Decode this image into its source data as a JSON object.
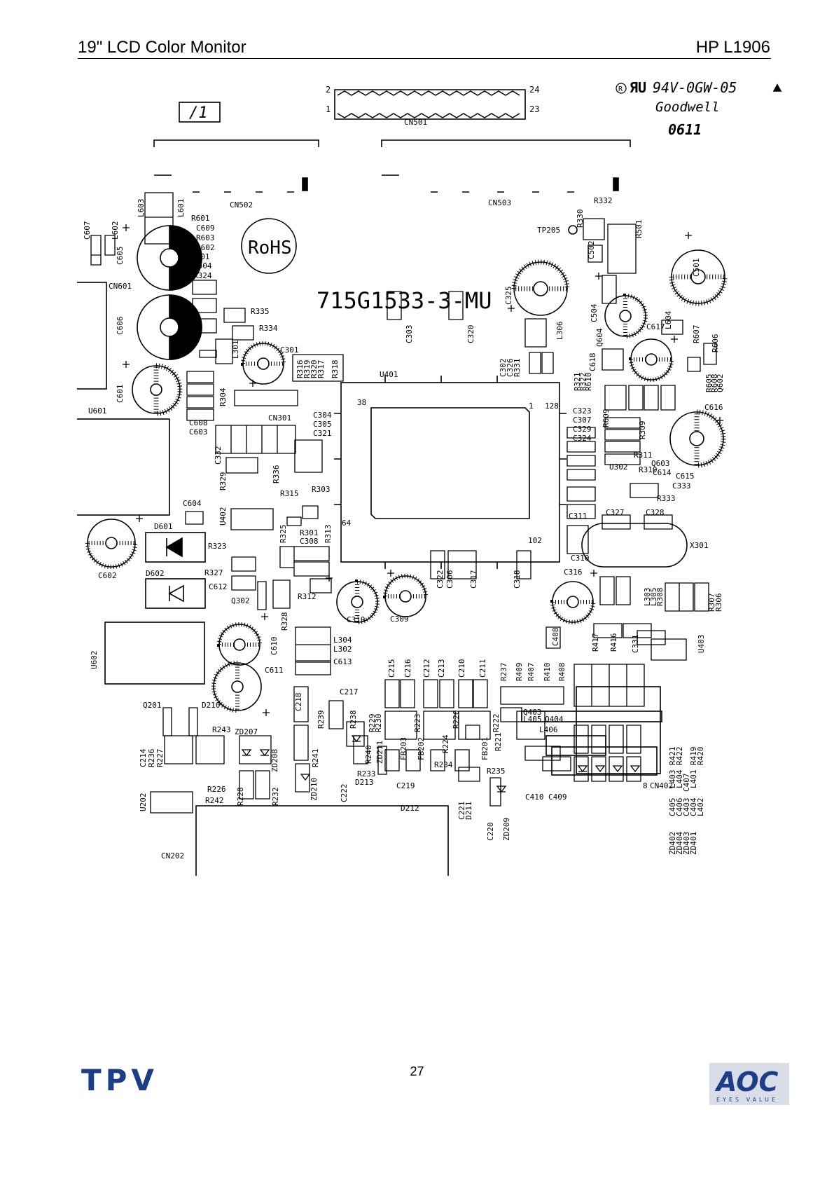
{
  "header": {
    "left_title": "19\" LCD Color Monitor",
    "right_title": "HP L1906"
  },
  "footer": {
    "page_number": "27",
    "left_logo": "TPV",
    "right_logo": "AOC",
    "right_logo_tagline": "EYES VALUE"
  },
  "board": {
    "part_number": "715G1533-3-MU",
    "rohs": "RoHS",
    "ul_mark": "94V-0GW-05",
    "maker": "Goodwell",
    "date_code": "0611",
    "rev_mark": "/1",
    "cn501_pins": [
      "2",
      "1",
      "24",
      "23"
    ],
    "u401_pins": [
      "1",
      "128",
      "38",
      "64",
      "102"
    ],
    "cn402_pin": "8"
  },
  "labels": [
    {
      "id": "CN501",
      "t": "CN501"
    },
    {
      "id": "CN502",
      "t": "CN502"
    },
    {
      "id": "CN503",
      "t": "CN503"
    },
    {
      "id": "L603",
      "t": "L603"
    },
    {
      "id": "L601",
      "t": "L601"
    },
    {
      "id": "L602",
      "t": "L602"
    },
    {
      "id": "C607",
      "t": "C607"
    },
    {
      "id": "C605",
      "t": "C605"
    },
    {
      "id": "R601",
      "t": "R601"
    },
    {
      "id": "C609",
      "t": "C609"
    },
    {
      "id": "R603",
      "t": "R603"
    },
    {
      "id": "R602",
      "t": "R602"
    },
    {
      "id": "Q601",
      "t": "Q601"
    },
    {
      "id": "R604",
      "t": "R604"
    },
    {
      "id": "R324",
      "t": "R324"
    },
    {
      "id": "CN601",
      "t": "CN601"
    },
    {
      "id": "C606",
      "t": "C606"
    },
    {
      "id": "R335",
      "t": "R335"
    },
    {
      "id": "R334",
      "t": "R334"
    },
    {
      "id": "L301",
      "t": "L301"
    },
    {
      "id": "C301",
      "t": "C301"
    },
    {
      "id": "C601",
      "t": "C601"
    },
    {
      "id": "U601",
      "t": "U601"
    },
    {
      "id": "R304",
      "t": "R304"
    },
    {
      "id": "CN301",
      "t": "CN301"
    },
    {
      "id": "C608",
      "t": "C608"
    },
    {
      "id": "C603",
      "t": "C603"
    },
    {
      "id": "R316",
      "t": "R316"
    },
    {
      "id": "R319",
      "t": "R319"
    },
    {
      "id": "R320",
      "t": "R320"
    },
    {
      "id": "R317",
      "t": "R317"
    },
    {
      "id": "R318",
      "t": "R318"
    },
    {
      "id": "U401",
      "t": "U401"
    },
    {
      "id": "C304",
      "t": "C304"
    },
    {
      "id": "C305",
      "t": "C305"
    },
    {
      "id": "C321",
      "t": "C321"
    },
    {
      "id": "C332",
      "t": "C332"
    },
    {
      "id": "R329",
      "t": "R329"
    },
    {
      "id": "R336",
      "t": "R336"
    },
    {
      "id": "R315",
      "t": "R315"
    },
    {
      "id": "R303",
      "t": "R303"
    },
    {
      "id": "C604",
      "t": "C604"
    },
    {
      "id": "U402",
      "t": "U402"
    },
    {
      "id": "D601",
      "t": "D601"
    },
    {
      "id": "R323",
      "t": "R323"
    },
    {
      "id": "R325",
      "t": "R325"
    },
    {
      "id": "R301",
      "t": "R301"
    },
    {
      "id": "C308",
      "t": "C308"
    },
    {
      "id": "R313",
      "t": "R313"
    },
    {
      "id": "C602",
      "t": "C602"
    },
    {
      "id": "D602",
      "t": "D602"
    },
    {
      "id": "R327",
      "t": "R327"
    },
    {
      "id": "C612",
      "t": "C612"
    },
    {
      "id": "Q302",
      "t": "Q302"
    },
    {
      "id": "R312",
      "t": "R312"
    },
    {
      "id": "R328",
      "t": "R328"
    },
    {
      "id": "C319",
      "t": "C319"
    },
    {
      "id": "C309",
      "t": "C309"
    },
    {
      "id": "C322",
      "t": "C322"
    },
    {
      "id": "C306",
      "t": "C306"
    },
    {
      "id": "C317",
      "t": "C317"
    },
    {
      "id": "C318",
      "t": "C318"
    },
    {
      "id": "U602",
      "t": "U602"
    },
    {
      "id": "C610",
      "t": "C610"
    },
    {
      "id": "L304",
      "t": "L304"
    },
    {
      "id": "L302",
      "t": "L302"
    },
    {
      "id": "C613",
      "t": "C613"
    },
    {
      "id": "C611",
      "t": "C611"
    },
    {
      "id": "C303",
      "t": "C303"
    },
    {
      "id": "C320",
      "t": "C320"
    },
    {
      "id": "C325",
      "t": "C325"
    },
    {
      "id": "TP205",
      "t": "TP205"
    },
    {
      "id": "R330",
      "t": "R330"
    },
    {
      "id": "R332",
      "t": "R332"
    },
    {
      "id": "C502",
      "t": "C502"
    },
    {
      "id": "R501",
      "t": "R501"
    },
    {
      "id": "C501",
      "t": "C501"
    },
    {
      "id": "C504",
      "t": "C504"
    },
    {
      "id": "L604",
      "t": "L604"
    },
    {
      "id": "L306",
      "t": "L306"
    },
    {
      "id": "Q604",
      "t": "Q604"
    },
    {
      "id": "C617",
      "t": "C617"
    },
    {
      "id": "R607",
      "t": "R607"
    },
    {
      "id": "R606",
      "t": "R606"
    },
    {
      "id": "C302",
      "t": "C302"
    },
    {
      "id": "C326",
      "t": "C326"
    },
    {
      "id": "R331",
      "t": "R331"
    },
    {
      "id": "C618",
      "t": "C618"
    },
    {
      "id": "R321",
      "t": "R321"
    },
    {
      "id": "R322",
      "t": "R322"
    },
    {
      "id": "R610",
      "t": "R610"
    },
    {
      "id": "R605",
      "t": "R605"
    },
    {
      "id": "R608",
      "t": "R608"
    },
    {
      "id": "Q602",
      "t": "Q602"
    },
    {
      "id": "C616",
      "t": "C616"
    },
    {
      "id": "C323",
      "t": "C323"
    },
    {
      "id": "C307",
      "t": "C307"
    },
    {
      "id": "C329",
      "t": "C329"
    },
    {
      "id": "C324",
      "t": "C324"
    },
    {
      "id": "R609",
      "t": "R609"
    },
    {
      "id": "R309",
      "t": "R309"
    },
    {
      "id": "R311",
      "t": "R311"
    },
    {
      "id": "Q603",
      "t": "Q603"
    },
    {
      "id": "U302",
      "t": "U302"
    },
    {
      "id": "R310",
      "t": "R310"
    },
    {
      "id": "C614",
      "t": "C614"
    },
    {
      "id": "C615",
      "t": "C615"
    },
    {
      "id": "C333",
      "t": "C333"
    },
    {
      "id": "R333",
      "t": "R333"
    },
    {
      "id": "C311",
      "t": "C311"
    },
    {
      "id": "C327",
      "t": "C327"
    },
    {
      "id": "C328",
      "t": "C328"
    },
    {
      "id": "C310",
      "t": "C310"
    },
    {
      "id": "X301",
      "t": "X301"
    },
    {
      "id": "C316",
      "t": "C316"
    },
    {
      "id": "L303",
      "t": "L303"
    },
    {
      "id": "L305",
      "t": "L305"
    },
    {
      "id": "R308",
      "t": "R308"
    },
    {
      "id": "R307",
      "t": "R307"
    },
    {
      "id": "R306",
      "t": "R306"
    },
    {
      "id": "C408",
      "t": "C408"
    },
    {
      "id": "R417",
      "t": "R417"
    },
    {
      "id": "R416",
      "t": "R416"
    },
    {
      "id": "C331",
      "t": "C331"
    },
    {
      "id": "U403",
      "t": "U403"
    },
    {
      "id": "C215",
      "t": "C215"
    },
    {
      "id": "C216",
      "t": "C216"
    },
    {
      "id": "C212",
      "t": "C212"
    },
    {
      "id": "C213",
      "t": "C213"
    },
    {
      "id": "C210",
      "t": "C210"
    },
    {
      "id": "C211",
      "t": "C211"
    },
    {
      "id": "R237",
      "t": "R237"
    },
    {
      "id": "R409",
      "t": "R409"
    },
    {
      "id": "R407",
      "t": "R407"
    },
    {
      "id": "R410",
      "t": "R410"
    },
    {
      "id": "R408",
      "t": "R408"
    },
    {
      "id": "C218",
      "t": "C218"
    },
    {
      "id": "C217",
      "t": "C217"
    },
    {
      "id": "R238",
      "t": "R238"
    },
    {
      "id": "R229",
      "t": "R229"
    },
    {
      "id": "R230",
      "t": "R230"
    },
    {
      "id": "R223",
      "t": "R223"
    },
    {
      "id": "R220",
      "t": "R220"
    },
    {
      "id": "R222",
      "t": "R222"
    },
    {
      "id": "Q403",
      "t": "Q403"
    },
    {
      "id": "L405",
      "t": "L405"
    },
    {
      "id": "Q404",
      "t": "Q404"
    },
    {
      "id": "L406",
      "t": "L406"
    },
    {
      "id": "R221",
      "t": "R221"
    },
    {
      "id": "Q201",
      "t": "Q201"
    },
    {
      "id": "D210",
      "t": "D210"
    },
    {
      "id": "R243",
      "t": "R243"
    },
    {
      "id": "ZD207",
      "t": "ZD207"
    },
    {
      "id": "R239",
      "t": "R239"
    },
    {
      "id": "R240",
      "t": "R240"
    },
    {
      "id": "ZD211",
      "t": "ZD211"
    },
    {
      "id": "FB203",
      "t": "FB203"
    },
    {
      "id": "FB202",
      "t": "FB202"
    },
    {
      "id": "R224",
      "t": "R224"
    },
    {
      "id": "R234",
      "t": "R234"
    },
    {
      "id": "FB201",
      "t": "FB201"
    },
    {
      "id": "C214",
      "t": "C214"
    },
    {
      "id": "R236",
      "t": "R236"
    },
    {
      "id": "R227",
      "t": "R227"
    },
    {
      "id": "ZD208",
      "t": "ZD208"
    },
    {
      "id": "R241",
      "t": "R241"
    },
    {
      "id": "R233",
      "t": "R233"
    },
    {
      "id": "D213",
      "t": "D213"
    },
    {
      "id": "C219",
      "t": "C219"
    },
    {
      "id": "R235",
      "t": "R235"
    },
    {
      "id": "C410",
      "t": "C410"
    },
    {
      "id": "C409",
      "t": "C409"
    },
    {
      "id": "CN402",
      "t": "CN402"
    },
    {
      "id": "R226",
      "t": "R226"
    },
    {
      "id": "R242",
      "t": "R242"
    },
    {
      "id": "R228",
      "t": "R228"
    },
    {
      "id": "R232",
      "t": "R232"
    },
    {
      "id": "ZD210",
      "t": "ZD210"
    },
    {
      "id": "C222",
      "t": "C222"
    },
    {
      "id": "D212",
      "t": "D212"
    },
    {
      "id": "C221",
      "t": "C221"
    },
    {
      "id": "D211",
      "t": "D211"
    },
    {
      "id": "C220",
      "t": "C220"
    },
    {
      "id": "ZD209",
      "t": "ZD209"
    },
    {
      "id": "U202",
      "t": "U202"
    },
    {
      "id": "CN202",
      "t": "CN202"
    },
    {
      "id": "ZD402",
      "t": "ZD402"
    },
    {
      "id": "ZD404",
      "t": "ZD404"
    },
    {
      "id": "ZD403",
      "t": "ZD403"
    },
    {
      "id": "ZD401",
      "t": "ZD401"
    },
    {
      "id": "C405",
      "t": "C405"
    },
    {
      "id": "C406",
      "t": "C406"
    },
    {
      "id": "C403",
      "t": "C403"
    },
    {
      "id": "C404",
      "t": "C404"
    },
    {
      "id": "L403",
      "t": "L403"
    },
    {
      "id": "L404",
      "t": "L404"
    },
    {
      "id": "L401",
      "t": "L401"
    },
    {
      "id": "L402",
      "t": "L402"
    },
    {
      "id": "R421",
      "t": "R421"
    },
    {
      "id": "R422",
      "t": "R422"
    },
    {
      "id": "R419",
      "t": "R419"
    },
    {
      "id": "R420",
      "t": "R420"
    },
    {
      "id": "C407",
      "t": "C407"
    }
  ]
}
